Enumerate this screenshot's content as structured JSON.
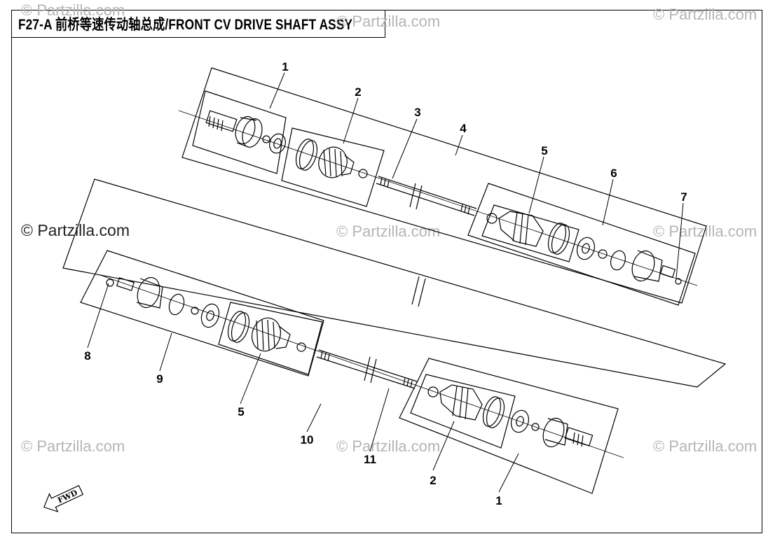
{
  "title": "F27-A 前桥等速传动轴总成/FRONT CV DRIVE SHAFT ASSY",
  "watermarks": [
    "© Partzilla.com",
    "© Partzilla.com",
    "© Partzilla.com",
    "© Partzilla.com",
    "© Partzilla.com",
    "© Partzilla.com",
    "© Partzilla.com",
    "© Partzilla.com"
  ],
  "watermark_main": "© Partzilla.com",
  "fwd_label": "FWD",
  "callouts": {
    "c1_top": "1",
    "c2_top": "2",
    "c3": "3",
    "c4": "4",
    "c5_top": "5",
    "c6": "6",
    "c7": "7",
    "c8": "8",
    "c9": "9",
    "c5_bottom": "5",
    "c10": "10",
    "c11": "11",
    "c2_bottom": "2",
    "c1_bottom": "1"
  },
  "colors": {
    "line": "#000000",
    "watermark": "#b5b5b5"
  }
}
